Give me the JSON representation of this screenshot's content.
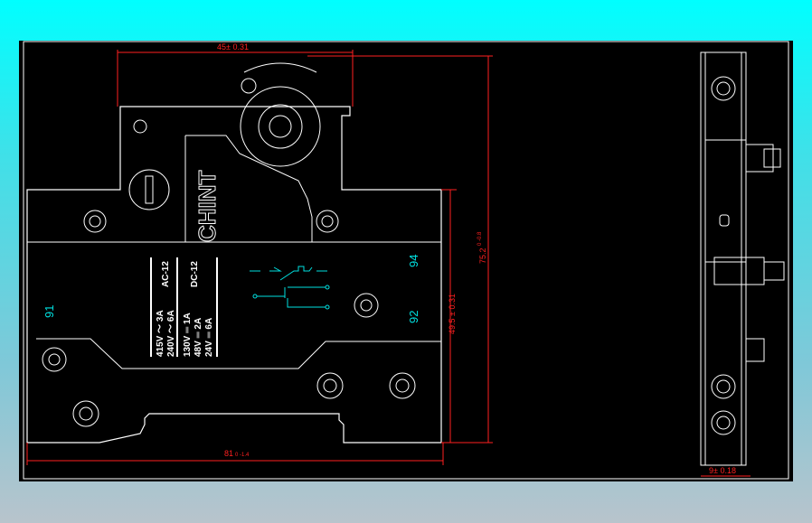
{
  "drawing": {
    "brand": "CHINT",
    "dimensions": {
      "top_width": "45± 0.31",
      "total_height": "75.2",
      "total_height_tol": "0 -0.8",
      "mid_height": "49.5 ± 0.31",
      "bottom_width": "81",
      "bottom_width_tol": "0 -1.4",
      "side_width": "9± 0.18"
    },
    "terminals": {
      "t91": "91",
      "t94": "94",
      "t92": "92"
    },
    "rating_table": {
      "ac_header": "AC-12",
      "dc_header": "DC-12",
      "rows": [
        "415V ～ 3A",
        "240V ～ 6A",
        "130V ═ 1A",
        "48V ═ 2A",
        "24V ═ 6A"
      ]
    },
    "colors": {
      "outline": "#ffffff",
      "dimension": "#ff2020",
      "terminal": "#00e0e0",
      "background": "#000000"
    }
  }
}
